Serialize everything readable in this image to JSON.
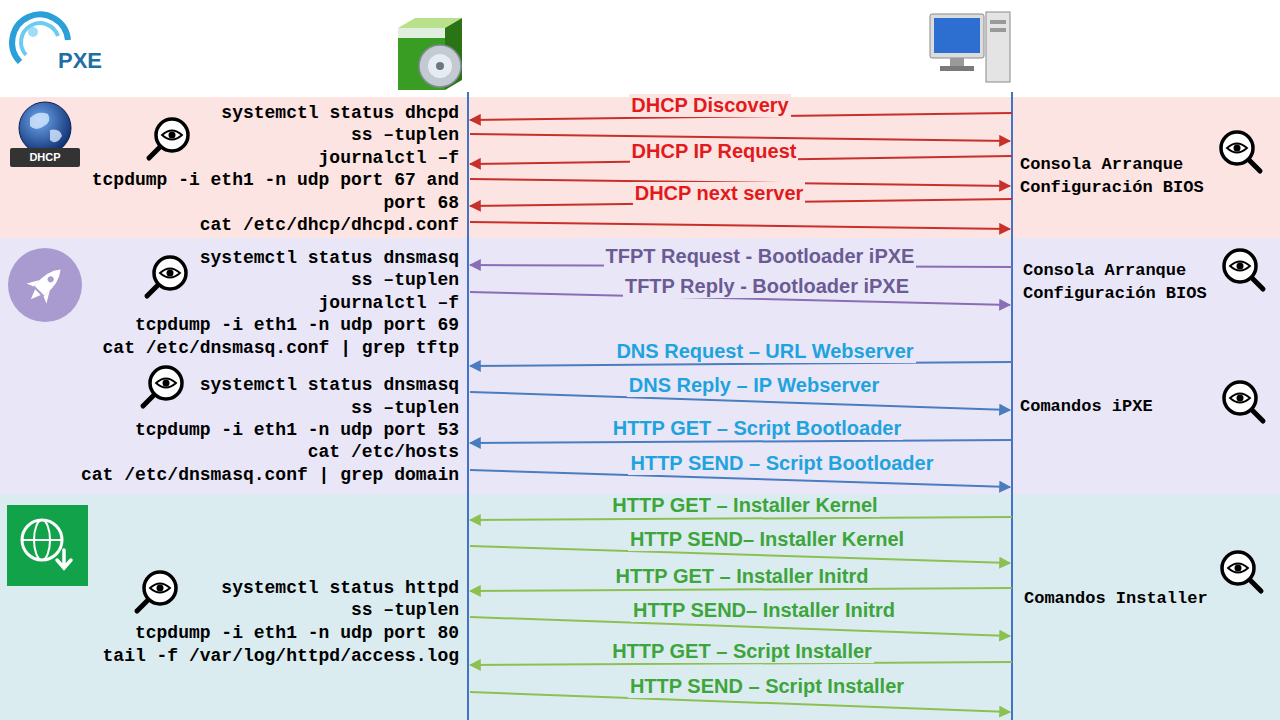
{
  "diagram": {
    "nodes": [
      {
        "text": [
          "systemctl status dhcpd",
          "ss –tuplen",
          "journalctl –f",
          "tcpdump -i eth1 -n udp port 67 and port 68",
          "cat /etc/dhcp/dhcpd.conf",
          "Consola Arranque Configuración BIOS"
        ]
      },
      {
        "text": [
          "systemctl status dnsmasq",
          "ss –tuplen",
          "journalctl –f",
          "tcpdump -i eth1 -n udp port 69",
          "cat /etc/dnsmasq.conf | grep tftp",
          "systemctl status dnsmasq",
          "ss –tuplen",
          "tcpdump -i eth1 -n udp port 53",
          "cat /etc/hosts",
          "cat /etc/dnsmasq.conf | grep domain",
          "Consola Arranque Configuración BIOS",
          "Comandos iPXE"
        ]
      },
      {
        "text": [
          "systemctl status httpd",
          "ss –tuplen",
          "tcpdump -i eth1 -n udp port 80",
          "tail -f /var/log/httpd/access.log",
          "Comandos Installer"
        ]
      }
    ],
    "labels": [
      "PXE",
      "DHCP",
      "DHCP Discovery",
      "DHCP IP Request",
      "DHCP next server",
      "TFPT Request - Bootloader iPXE",
      "TFTP Reply - Bootloader iPXE",
      "DNS Request – URL Webserver",
      "DNS Reply – IP Webserver",
      "HTTP GET – Script Bootloader",
      "HTTP SEND – Script Bootloader",
      "HTTP GET – Installer Kernel",
      "HTTP SEND– Installer Kernel",
      "HTTP GET – Installer Initrd",
      "HTTP SEND– Installer Initrd",
      "HTTP GET – Script Installer",
      "HTTP SEND – Script Installer"
    ]
  }
}
